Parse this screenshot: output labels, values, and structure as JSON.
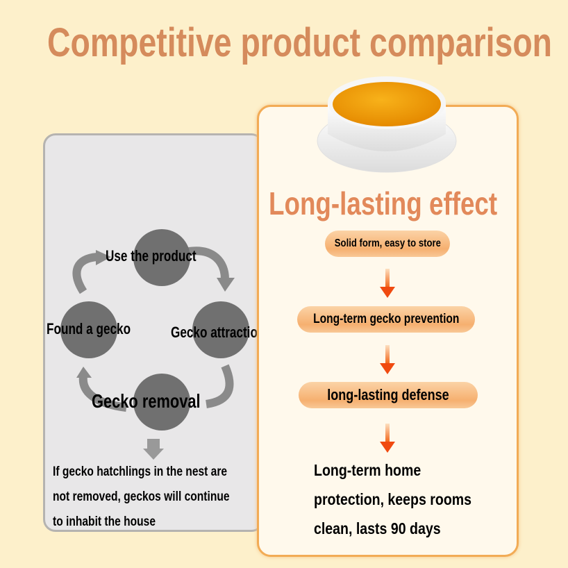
{
  "title": "Competitive product comparison",
  "left": {
    "cycle": [
      "Use the product",
      "Gecko attraction",
      "Gecko removal",
      "Found a gecko"
    ],
    "note_lines": [
      "If gecko hatchlings in the nest are",
      "not removed, geckos will continue",
      "to inhabit the house"
    ]
  },
  "right": {
    "heading": "Long-lasting effect",
    "steps": [
      "Solid form, easy to store",
      "Long-term gecko prevention",
      "long-lasting defense"
    ],
    "result_lines": [
      "Long-term home",
      "protection, keeps rooms",
      "clean, lasts 90 days"
    ]
  },
  "colors": {
    "title": "#d58b5c",
    "accent": "#f2ab55",
    "arrow": "#f04a10"
  }
}
